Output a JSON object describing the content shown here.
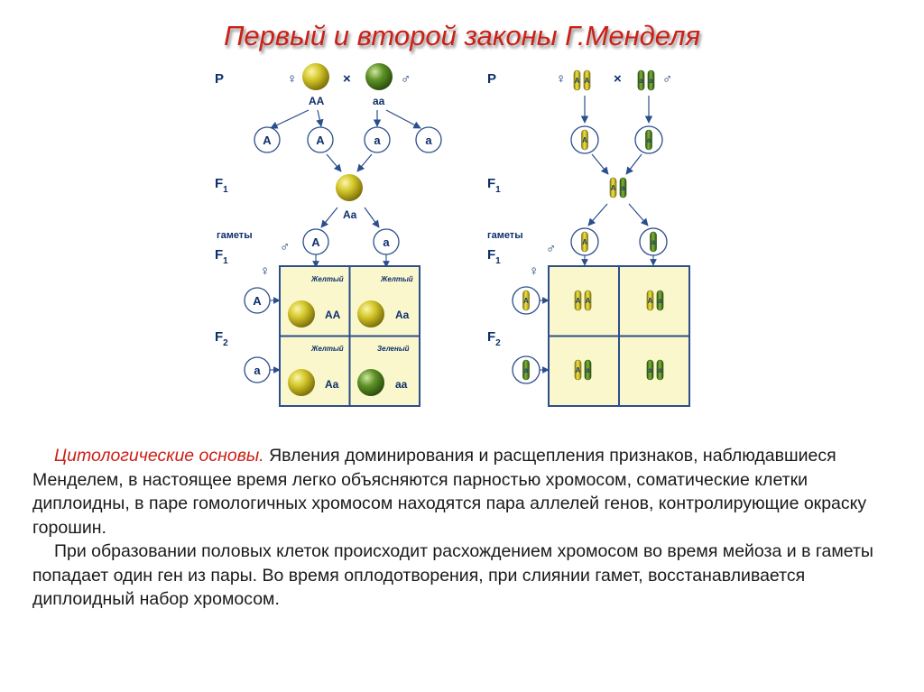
{
  "title": "Первый и второй законы Г.Менделя",
  "symbols": {
    "female": "♀",
    "male": "♂",
    "cross": "×"
  },
  "generations": {
    "P": "P",
    "F": "F",
    "F1_sub": "1",
    "F2_sub": "2",
    "gametes": "гаметы"
  },
  "left": {
    "parents": [
      "AA",
      "aa"
    ],
    "gametes_p": [
      "A",
      "A",
      "a",
      "a"
    ],
    "f1_genotype": "Aa",
    "gametes_f1": [
      "A",
      "a"
    ],
    "punnett": [
      {
        "phenotype": "Желтый",
        "genotype": "AA",
        "color": "yellow"
      },
      {
        "phenotype": "Желтый",
        "genotype": "Aa",
        "color": "yellow"
      },
      {
        "phenotype": "Желтый",
        "genotype": "Aa",
        "color": "yellow"
      },
      {
        "phenotype": "Зеленый",
        "genotype": "aa",
        "color": "green"
      }
    ]
  },
  "right": {
    "chromosome_alleles": {
      "dominant": "A",
      "recessive": "a"
    }
  },
  "colors": {
    "title": "#cc1f16",
    "diagram_text": "#0d2f6b",
    "line": "#2b4e8c",
    "grid_fill": "#fbf7cd",
    "yellow_pea": "#c4b81e",
    "green_pea": "#4a7a1a"
  },
  "text": {
    "lead": "Цитологические основы.",
    "para1": " Явления доминирования и расщепления признаков, наблюдавшиеся Менделем, в настоящее время легко объясняются парностью хромосом, соматические клетки диплоидны, в паре гомологичных хромосом находятся пара аллелей генов, контролирующие окраску горошин.",
    "para2": "При образовании половых клеток происходит расхождением хромосом во время мейоза и в гаметы попадает один ген из пары. Во время оплодотворения, при слиянии гамет, восстанавливается диплоидный набор хромосом."
  }
}
